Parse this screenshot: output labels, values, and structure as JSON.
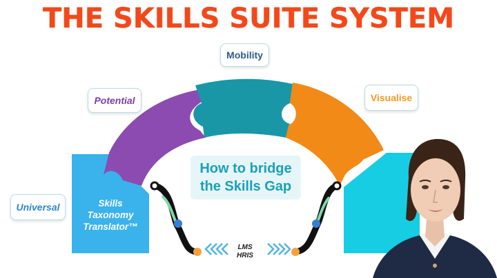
{
  "title": "THE SKILLS SUITE SYSTEM",
  "tags": {
    "mobility": "Mobility",
    "potential": "Potential",
    "visualise": "Visualise",
    "universal": "Universal"
  },
  "center": {
    "line1": "How to bridge",
    "line2": "the Skills Gap"
  },
  "left_block": {
    "line1": "Skills",
    "line2": "Taxonomy",
    "line3": "Translator™"
  },
  "connector": {
    "line1": "LMS",
    "line2": "HRIS"
  },
  "colors": {
    "title": "#f2481a",
    "purple": "#8c4bb0",
    "teal": "#1a97a6",
    "orange": "#f28a17",
    "blue": "#3ab2ec",
    "cyan": "#16cde3"
  }
}
